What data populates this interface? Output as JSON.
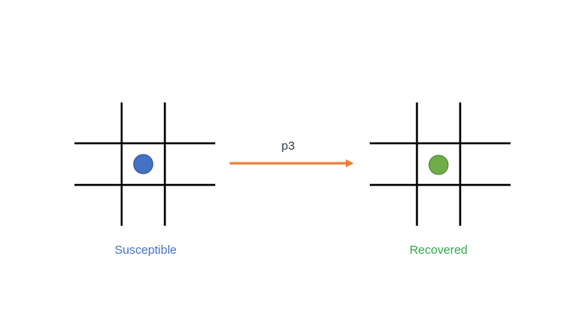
{
  "states": {
    "from": {
      "label": "Susceptible",
      "label_color": "#4472C4",
      "dot_color": "#4472C4"
    },
    "to": {
      "label": "Recovered",
      "label_color": "#2EAA4A",
      "dot_color": "#70AD47"
    }
  },
  "transition": {
    "label": "p3",
    "label_color": "#2F3B4C",
    "arrow_color": "#ED7D31"
  },
  "grid_color": "#000000"
}
